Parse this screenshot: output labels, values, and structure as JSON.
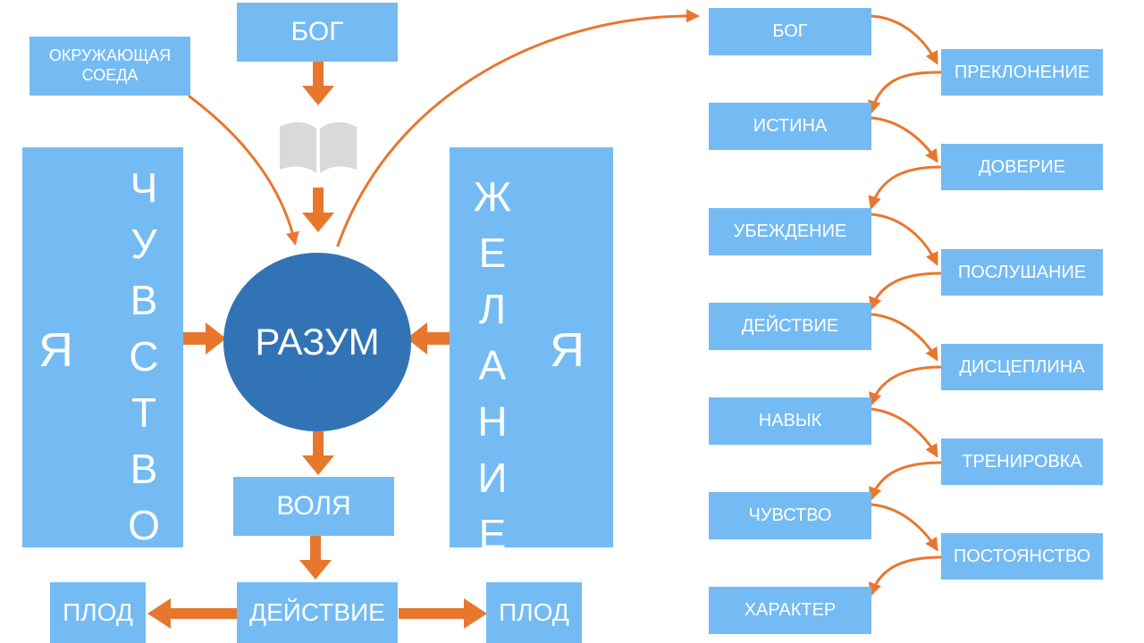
{
  "colors": {
    "box": "#74bbf4",
    "circle": "#3273b5",
    "arrow": "#e8772e",
    "text": "#ffffff",
    "book": "#d9d9d9"
  },
  "center": {
    "razum": "РАЗУМ",
    "god": "БОГ",
    "environment_line1": "ОКРУЖАЮЩАЯ",
    "environment_line2": "СОЕДА",
    "book_icon": "open-book-icon",
    "volya": "ВОЛЯ",
    "action": "ДЕЙСТВИЕ",
    "fruit_left": "ПЛОД",
    "fruit_right": "ПЛОД"
  },
  "left_panel": {
    "ya": "Я",
    "feeling_letters": [
      "Ч",
      "У",
      "В",
      "С",
      "Т",
      "В",
      "О"
    ]
  },
  "right_panel": {
    "ya": "Я",
    "desire_letters": [
      "Ж",
      "Е",
      "Л",
      "А",
      "Н",
      "И",
      "Е"
    ]
  },
  "chain": [
    "БОГ",
    "ПРЕКЛОНЕНИЕ",
    "ИСТИНА",
    "ДОВЕРИЕ",
    "УБЕЖДЕНИЕ",
    "ПОСЛУШАНИЕ",
    "ДЕЙСТВИЕ",
    "ДИСЦЕПЛИНА",
    "НАВЫК",
    "ТРЕНИРОВКА",
    "ЧУВСТВО",
    "ПОСТОЯНСТВО",
    "ХАРАКТЕР"
  ]
}
